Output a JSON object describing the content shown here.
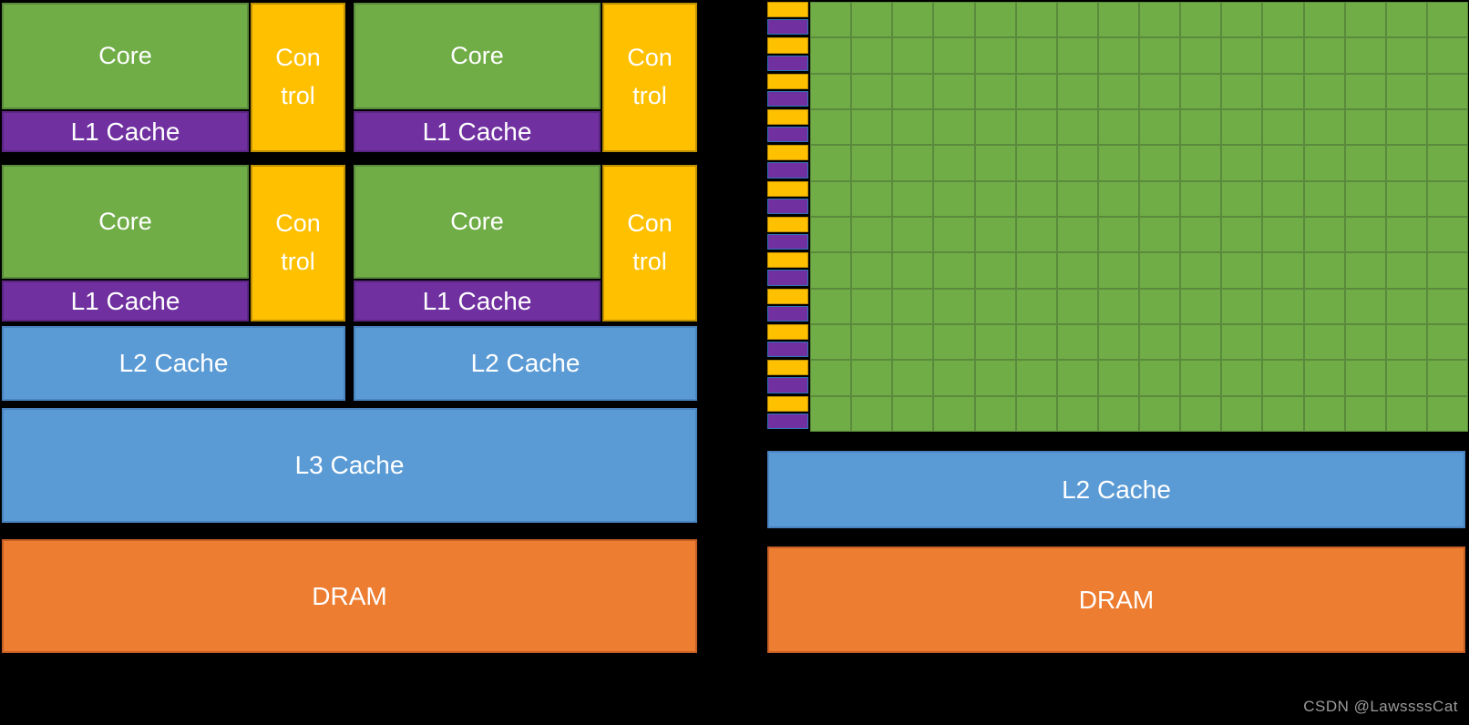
{
  "cpu": {
    "groups": [
      {
        "core": "Core",
        "control_line1": "Con",
        "control_line2": "trol",
        "l1": "L1 Cache"
      },
      {
        "core": "Core",
        "control_line1": "Con",
        "control_line2": "trol",
        "l1": "L1 Cache"
      },
      {
        "core": "Core",
        "control_line1": "Con",
        "control_line2": "trol",
        "l1": "L1 Cache"
      },
      {
        "core": "Core",
        "control_line1": "Con",
        "control_line2": "trol",
        "l1": "L1 Cache"
      }
    ],
    "l2_labels": [
      "L2 Cache",
      "L2 Cache"
    ],
    "l3_label": "L3 Cache",
    "dram_label": "DRAM"
  },
  "gpu": {
    "grid": {
      "rows": 12,
      "cols": 16
    },
    "l2_label": "L2 Cache",
    "dram_label": "DRAM"
  },
  "watermark": "CSDN @LawssssCat",
  "colors": {
    "background": "#000000",
    "core_green": "#70AD47",
    "green_border": "#5A8A3C",
    "control_yellow": "#FFC000",
    "yellow_border": "#BF9000",
    "l1_purple": "#7030A0",
    "purple_border": "#5B2583",
    "stripe_blue_border": "#2E75B6",
    "cache_blue": "#5B9BD5",
    "blue_border": "#4A84C0",
    "dram_orange": "#ED7D31",
    "orange_border": "#C55F25",
    "watermark_gray": "#9B9B9B"
  }
}
